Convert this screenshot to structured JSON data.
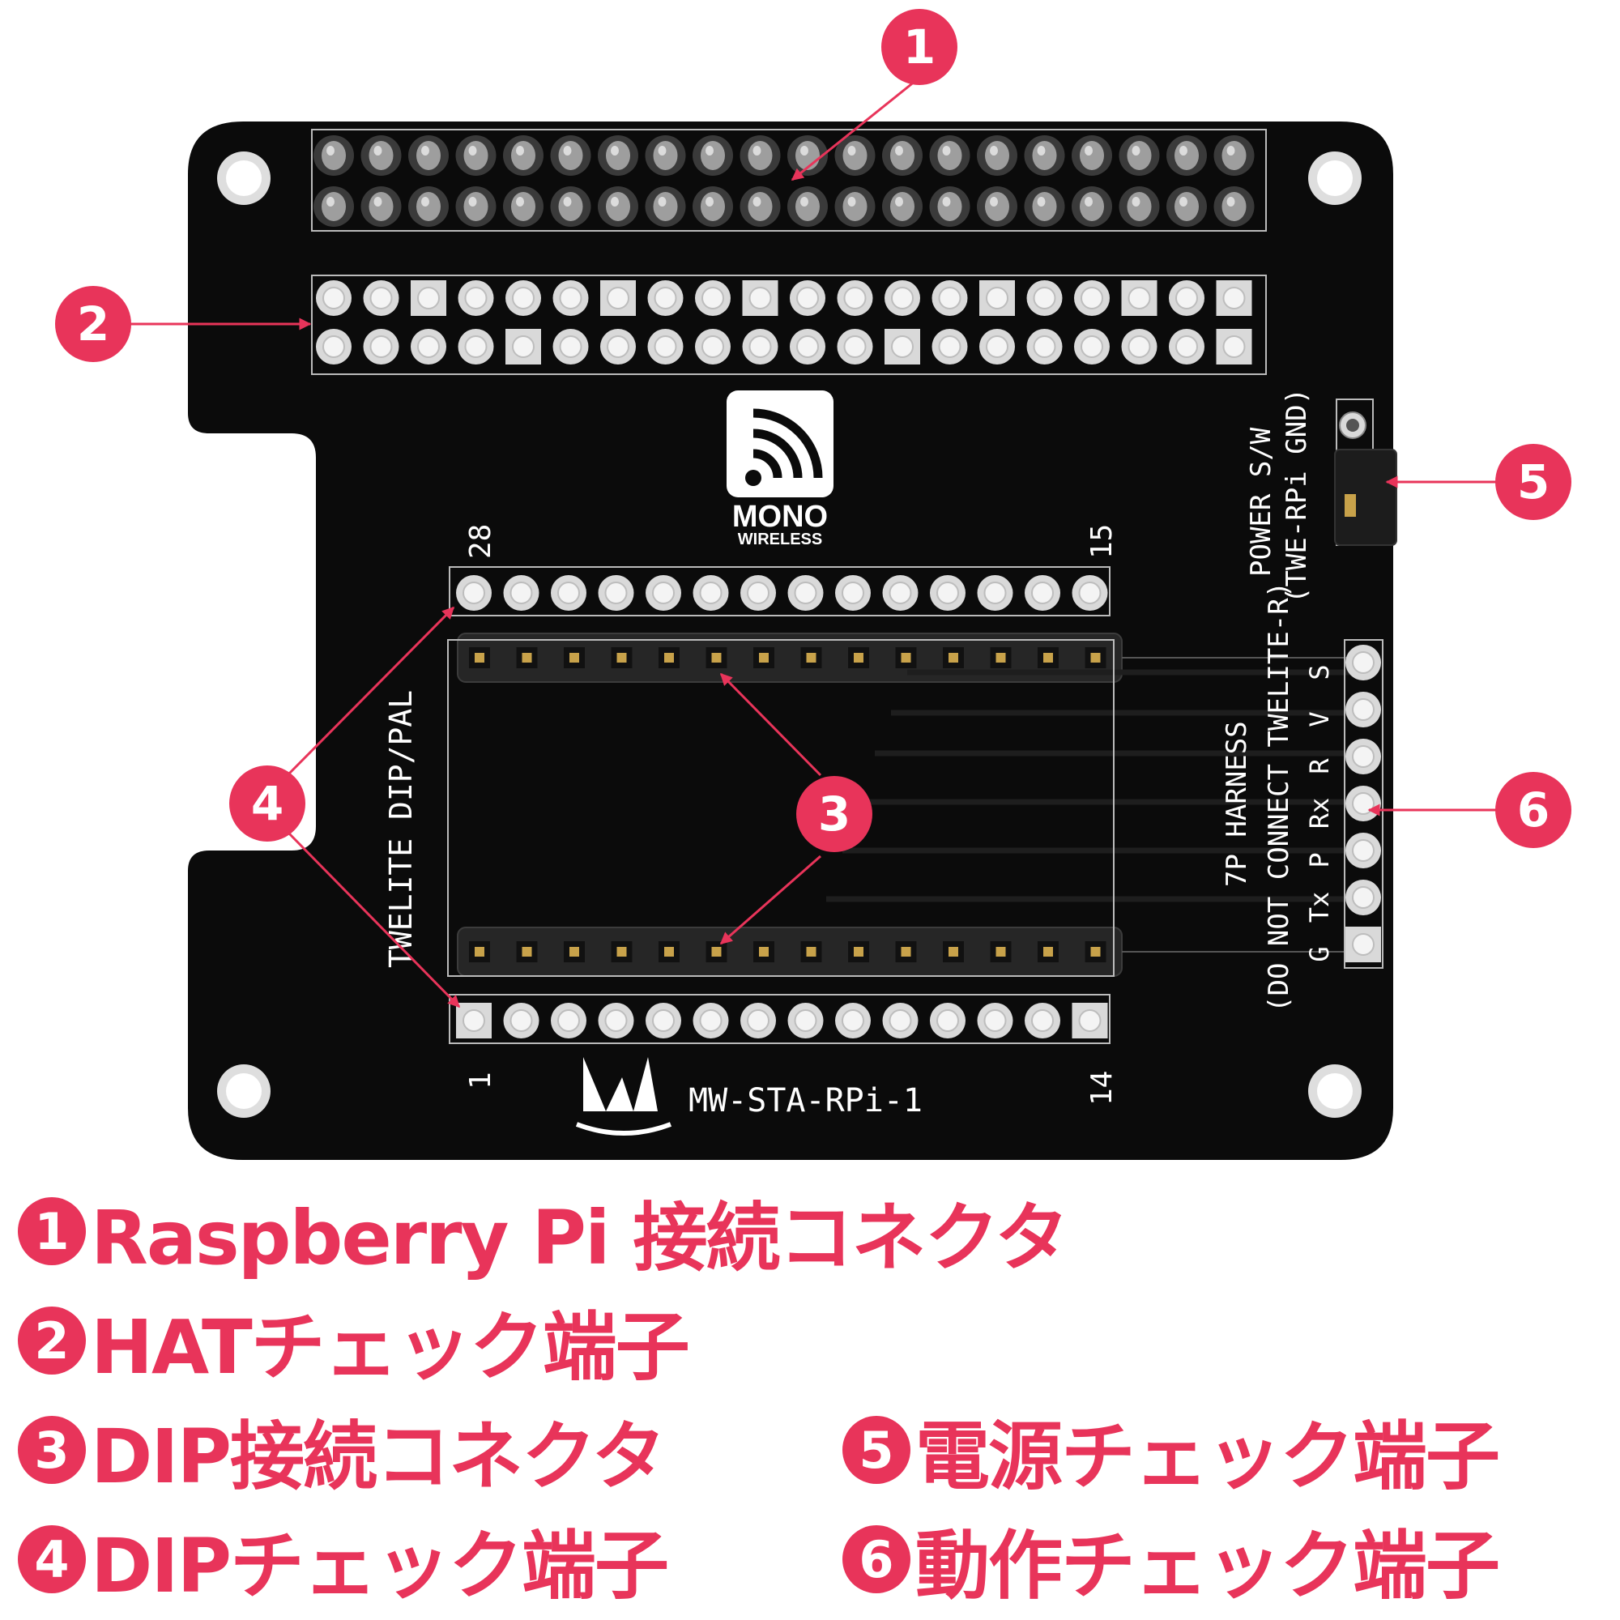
{
  "board": {
    "logo_line1": "MONO",
    "logo_line2": "WIRELESS",
    "pin_28": "28",
    "pin_15": "15",
    "pin_1": "1",
    "pin_14": "14",
    "model": "MW-STA-RPi-1",
    "socket_label": "TWELITE DIP/PAL",
    "power_label": "POWER S/W",
    "power_sub": "(TWE-RPi GND)",
    "harness_label": "7P HARNESS",
    "harness_sub": "(DO NOT CONNECT TWELITE-R)",
    "harness_pins": [
      "S",
      "V",
      "R",
      "Rx",
      "P",
      "Tx",
      "G"
    ]
  },
  "callouts": [
    "1",
    "2",
    "3",
    "4",
    "5",
    "6"
  ],
  "legend": [
    {
      "num": "1",
      "text": "Raspberry Pi 接続コネクタ"
    },
    {
      "num": "2",
      "text": "HATチェック端子"
    },
    {
      "num": "3",
      "text": "DIP接続コネクタ"
    },
    {
      "num": "4",
      "text": "DIPチェック端子"
    },
    {
      "num": "5",
      "text": "電源チェック端子"
    },
    {
      "num": "6",
      "text": "動作チェック端子"
    }
  ],
  "colors": {
    "accent": "#e8345a",
    "board": "#0b0b0b",
    "silkscreen": "#ffffff",
    "pad": "#d9d9d9"
  }
}
